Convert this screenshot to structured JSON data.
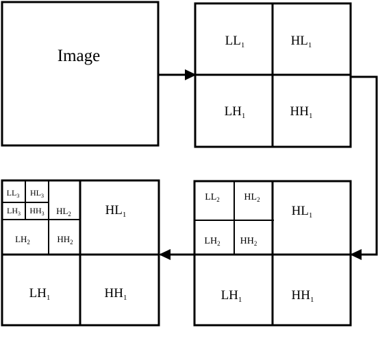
{
  "image_label": "Image",
  "level1": {
    "ll": {
      "base": "LL",
      "sub": "1"
    },
    "hl": {
      "base": "HL",
      "sub": "1"
    },
    "lh": {
      "base": "LH",
      "sub": "1"
    },
    "hh": {
      "base": "HH",
      "sub": "1"
    }
  },
  "level2": {
    "ll": {
      "base": "LL",
      "sub": "2"
    },
    "hl": {
      "base": "HL",
      "sub": "2"
    },
    "lh": {
      "base": "LH",
      "sub": "2"
    },
    "hh": {
      "base": "HH",
      "sub": "2"
    },
    "hl1": {
      "base": "HL",
      "sub": "1"
    },
    "lh1": {
      "base": "LH",
      "sub": "1"
    },
    "hh1": {
      "base": "HH",
      "sub": "1"
    }
  },
  "level3": {
    "ll": {
      "base": "LL",
      "sub": "3"
    },
    "hl": {
      "base": "HL",
      "sub": "3"
    },
    "lh": {
      "base": "LH",
      "sub": "3"
    },
    "hh": {
      "base": "HH",
      "sub": "3"
    },
    "hl2": {
      "base": "HL",
      "sub": "2"
    },
    "lh2": {
      "base": "LH",
      "sub": "2"
    },
    "hh2": {
      "base": "HH",
      "sub": "2"
    },
    "hl1": {
      "base": "HL",
      "sub": "1"
    },
    "lh1": {
      "base": "LH",
      "sub": "1"
    },
    "hh1": {
      "base": "HH",
      "sub": "1"
    }
  },
  "colors": {
    "stroke": "#000000",
    "background": "#ffffff"
  }
}
